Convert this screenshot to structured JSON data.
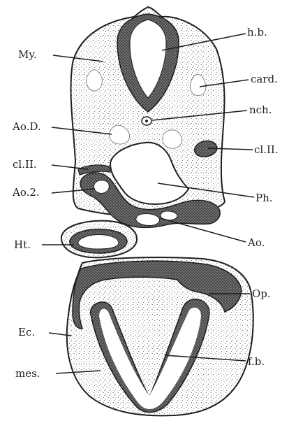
{
  "colors": {
    "ink": "#1e1e1e",
    "paper": "#ffffff",
    "stipple": "#2b2b2b"
  },
  "labels": {
    "hb": "h.b.",
    "my": "My.",
    "card": "card.",
    "nch": "nch.",
    "aod": "Ao.D.",
    "cl2_right": "cl.II.",
    "cl2_left": "cl.II.",
    "ao2": "Ao.2.",
    "ph": "Ph.",
    "ht": "Ht.",
    "ao": "Ao.",
    "op": "Op.",
    "ec": "Ec.",
    "mes": "mes.",
    "fb": "f.b."
  }
}
